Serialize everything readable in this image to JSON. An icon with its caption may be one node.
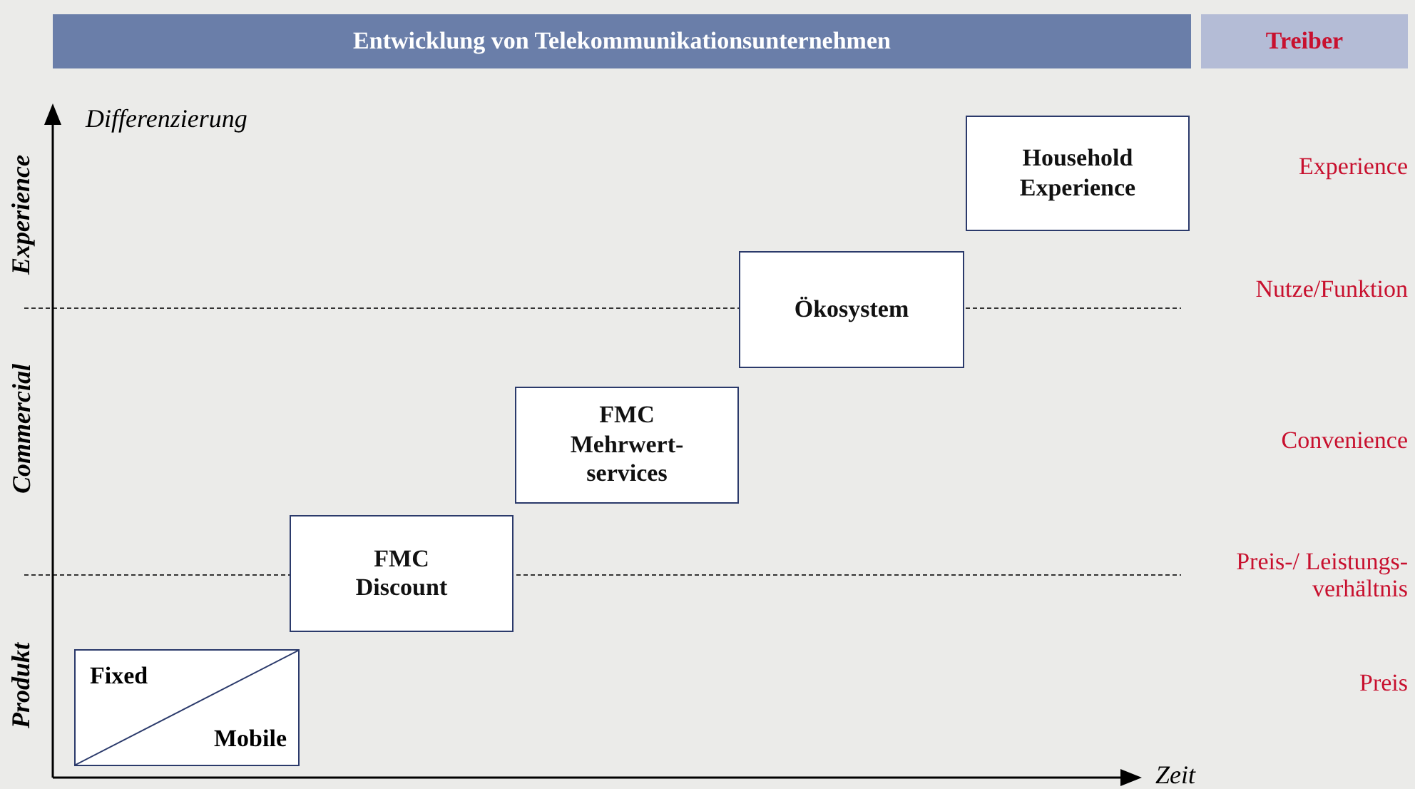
{
  "diagram": {
    "nodes": [
      {
        "text": [
          "Entwicklung von Telekommunikationsunternehmen"
        ]
      },
      {
        "text": [
          "Treiber"
        ]
      },
      {
        "text": [
          "Fixed",
          "Mobile"
        ]
      },
      {
        "text": [
          "FMC Discount"
        ]
      },
      {
        "text": [
          "FMC Mehrwert- services"
        ]
      },
      {
        "text": [
          "Ökosystem"
        ]
      },
      {
        "text": [
          "Household Experience"
        ]
      }
    ],
    "edges": [],
    "labels": [
      "Differenzierung",
      "Experience",
      "Commercial",
      "Produkt",
      "Experience",
      "Nutze/Funktion",
      "Convenience",
      "Preis-/ Leistungs- verhältnis",
      "Preis",
      "Zeit"
    ]
  }
}
